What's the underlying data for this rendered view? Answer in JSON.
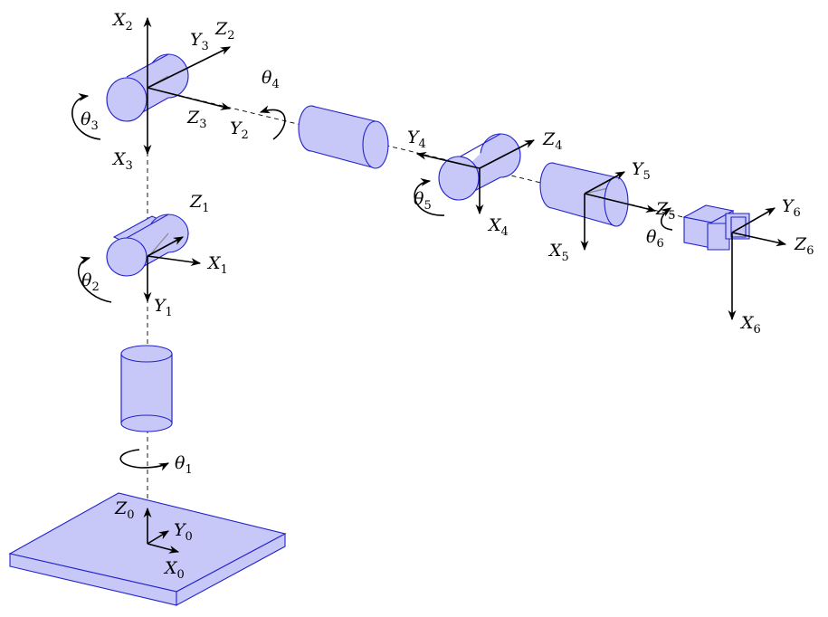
{
  "colors": {
    "link_fill": "#c7c8f7",
    "link_stroke": "#2222cc",
    "axis": "#000000"
  },
  "labels": {
    "x0": "X",
    "x0_sub": "0",
    "y0": "Y",
    "y0_sub": "0",
    "z0": "Z",
    "z0_sub": "0",
    "x1": "X",
    "x1_sub": "1",
    "y1": "Y",
    "y1_sub": "1",
    "z1": "Z",
    "z1_sub": "1",
    "x2": "X",
    "x2_sub": "2",
    "y2": "Y",
    "y2_sub": "2",
    "z2": "Z",
    "z2_sub": "2",
    "x3": "X",
    "x3_sub": "3",
    "y3": "Y",
    "y3_sub": "3",
    "z3": "Z",
    "z3_sub": "3",
    "x4": "X",
    "x4_sub": "4",
    "y4": "Y",
    "y4_sub": "4",
    "z4": "Z",
    "z4_sub": "4",
    "x5": "X",
    "x5_sub": "5",
    "y5": "Y",
    "y5_sub": "5",
    "z5": "Z",
    "z5_sub": "5",
    "x6": "X",
    "x6_sub": "6",
    "y6": "Y",
    "y6_sub": "6",
    "z6": "Z",
    "z6_sub": "6",
    "t1": "θ",
    "t1_sub": "1",
    "t2": "θ",
    "t2_sub": "2",
    "t3": "θ",
    "t3_sub": "3",
    "t4": "θ",
    "t4_sub": "4",
    "t5": "θ",
    "t5_sub": "5",
    "t6": "θ",
    "t6_sub": "6"
  }
}
